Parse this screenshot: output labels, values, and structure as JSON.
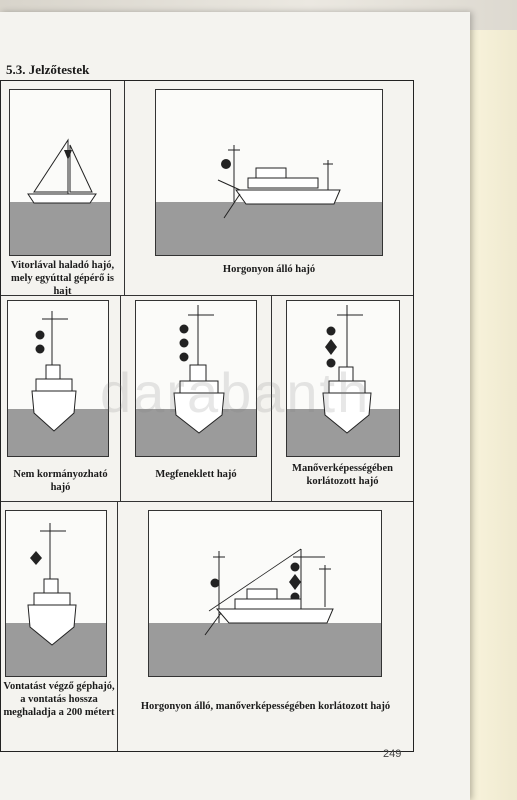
{
  "section_title": "5.3. Jelzőtestek",
  "captions": {
    "sailing": "Vitorlával haladó hajó, mely egyúttal gépérő is hajt",
    "anchored": "Horgonyon álló hajó",
    "not_under_command": "Nem kormányozható hajó",
    "aground": "Megfeneklett hajó",
    "restricted": "Manőverképességében korlátozott hajó",
    "towing": "Vontatást végző géphajó, a vontatás hossza meghaladja a 200 métert",
    "anchored_restricted": "Horgonyon álló, manőverképességében korlátozott hajó"
  },
  "page_number": "249",
  "watermark": "darabanth",
  "colors": {
    "water": "#9b9b9b",
    "ink": "#222222",
    "paper": "#f4f3ef"
  }
}
